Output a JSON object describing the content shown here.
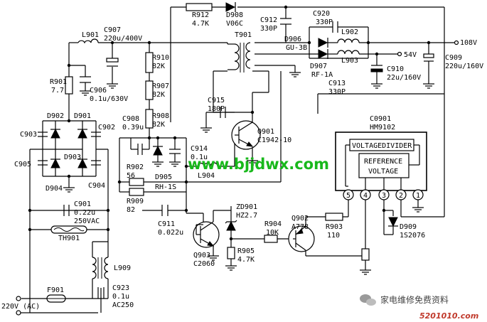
{
  "watermark": {
    "site": "www.bjjdwx.com",
    "channel": "家电维修免费资料",
    "logo_mark": "5201010.com"
  },
  "ic": {
    "ref": "C0901",
    "part": "HM9102",
    "block1": "VOLTAGEDIVIDER",
    "block2a": "REFERENCE",
    "block2b": "VOLTAGE",
    "pins": [
      "5",
      "4",
      "3",
      "2",
      "1"
    ]
  },
  "outputs": {
    "v108": "108V",
    "v54": "54V"
  },
  "labels": {
    "r912": "R912",
    "r912v": "4.7K",
    "d908": "D908",
    "d908v": "V06C",
    "c912": "C912",
    "c912v": "330P",
    "c920": "C920",
    "c920v": "330P",
    "l902": "L902",
    "l903": "L903",
    "d906": "D906",
    "d906v": "GU-3B",
    "d907": "D907",
    "d907v": "RF-1A",
    "c913": "C913",
    "c913v": "330P",
    "c910": "C910",
    "c910v": "22u/160V",
    "c909": "C909",
    "c909v": "220u/160V",
    "t901": "T901",
    "l901": "L901",
    "c907": "C907",
    "c907v": "220u/400V",
    "r910": "R910",
    "r910v": "82K",
    "r907": "R907",
    "r907v": "82K",
    "r908": "R908",
    "r908v": "82K",
    "r901": "R901",
    "r901v": "7.7",
    "c906": "C906",
    "c906v": "0.1u/630V",
    "c915": "C915",
    "c915v": "180P",
    "q901": "Q901",
    "q901v": "C1942-10",
    "d902": "D902",
    "d901": "D901",
    "c903": "C903",
    "c902": "C902",
    "d903": "D903",
    "c905": "C905",
    "d904": "D904",
    "c904": "C904",
    "c908": "C908",
    "c908v": "0.39u",
    "c914": "C914",
    "c914v": "0.1u",
    "r902": "R902",
    "r902v": "56",
    "d905": "D905",
    "d905v": "RH-1S",
    "l904": "L904",
    "r909": "R909",
    "r909v": "82",
    "c901": "C901",
    "c901v": "0.22u",
    "c901v2": "250VAC",
    "th901": "TH901",
    "c911": "C911",
    "c911v": "0.022u",
    "q903": "Q903",
    "q903v": "C2060",
    "zd901": "ZD901",
    "zd901v": "HZ2.7",
    "r904": "R904",
    "r904v": "10K",
    "q902": "Q902",
    "q902v": "A778",
    "r905": "R905",
    "r905v": "4.7K",
    "r903": "R903",
    "r903v": "110",
    "d909": "D909",
    "d909v": "1S2076",
    "l909": "L909",
    "f901": "F901",
    "c923": "C923",
    "c923v": "0.1u",
    "c923v2": "AC250",
    "mains": "220V (AC)"
  }
}
